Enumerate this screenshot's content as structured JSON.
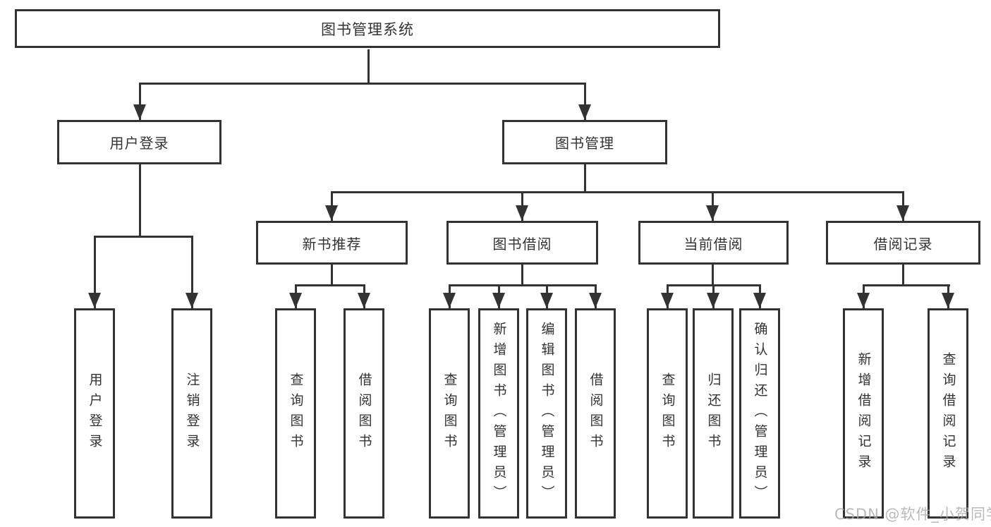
{
  "nodes": {
    "root": "图书管理系统",
    "level2": [
      "用户登录",
      "图书管理"
    ],
    "level3": [
      "新书推荐",
      "图书借阅",
      "当前借阅",
      "借阅记录"
    ],
    "user_leaves": [
      "用户登录",
      "注销登录"
    ],
    "newbook_leaves": [
      "查询图书",
      "借阅图书"
    ],
    "borrow_leaves": [
      "查询图书",
      "新增图书（管理员）",
      "编辑图书（管理员）",
      "借阅图书"
    ],
    "current_leaves": [
      "查询图书",
      "归还图书",
      "确认归还（管理员）"
    ],
    "record_leaves": [
      "新增借阅记录",
      "查询借阅记录"
    ]
  },
  "watermark": "CSDN @软件_小贺同学",
  "colors": {
    "line": "#333333",
    "text": "#333333",
    "watermark": "#a9a9a9",
    "background": "#ffffff"
  }
}
